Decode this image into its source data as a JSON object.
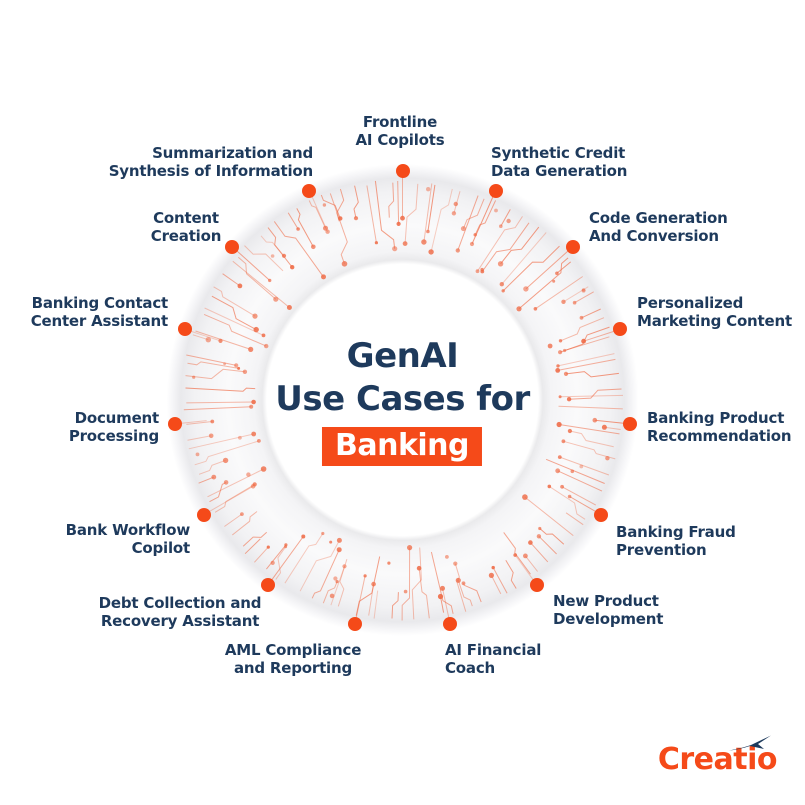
{
  "title": {
    "line1": "GenAI",
    "line2": "Use Cases for",
    "highlight": "Banking"
  },
  "use_cases": [
    {
      "lines": [
        "Frontline",
        "AI Copilots"
      ]
    },
    {
      "lines": [
        "Synthetic Credit",
        "Data Generation"
      ]
    },
    {
      "lines": [
        "Code Generation",
        "And Conversion"
      ]
    },
    {
      "lines": [
        "Personalized",
        "Marketing Content"
      ]
    },
    {
      "lines": [
        "Banking Product",
        "Recommendation"
      ]
    },
    {
      "lines": [
        "Banking Fraud",
        "Prevention"
      ]
    },
    {
      "lines": [
        "New Product",
        "Development"
      ]
    },
    {
      "lines": [
        "AI Financial",
        "Coach"
      ]
    },
    {
      "lines": [
        "AML Compliance",
        "and Reporting"
      ]
    },
    {
      "lines": [
        "Debt Collection and",
        "Recovery Assistant"
      ]
    },
    {
      "lines": [
        "Bank Workflow",
        "Copilot"
      ]
    },
    {
      "lines": [
        "Document",
        "Processing"
      ]
    },
    {
      "lines": [
        "Banking Contact",
        "Center Assistant"
      ]
    },
    {
      "lines": [
        "Content",
        "Creation"
      ]
    },
    {
      "lines": [
        "Summarization and",
        "Synthesis of Information"
      ]
    }
  ],
  "logo": {
    "text": "Creatio",
    "arrow_icon": "creatio-arrow-icon"
  },
  "colors": {
    "accent": "#f54a19",
    "navy": "#1e3a5c",
    "trace": "#ef6a45",
    "ring_gray": "#f1f1f3",
    "background": "#ffffff"
  }
}
